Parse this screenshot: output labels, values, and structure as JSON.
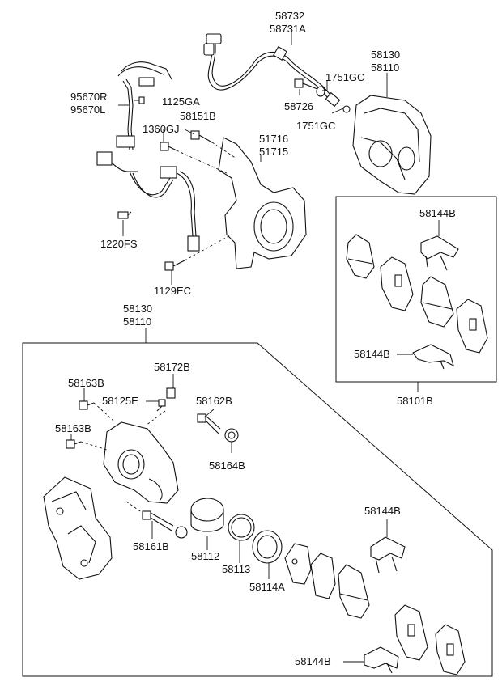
{
  "labels": {
    "hose_upper": "58732",
    "hose_lower": "58731A",
    "caliper_assy_top_a": "58130",
    "caliper_assy_top_b": "58110",
    "gasket_a": "1751GC",
    "gasket_b": "1751GC",
    "bolt_58726": "58726",
    "sensor_r": "95670R",
    "sensor_l": "95670L",
    "clip_1125": "1125GA",
    "bolt_58151": "58151B",
    "bolt_1360": "1360GJ",
    "knuckle_a": "51716",
    "knuckle_b": "51715",
    "screw_1220": "1220FS",
    "bolt_1129": "1129EC",
    "pad_kit_spring_top": "58144B",
    "pad_kit_spring_bottom": "58144B",
    "pad_kit": "58101B",
    "caliper_assy_a": "58130",
    "caliper_assy_b": "58110",
    "bleeder_cap": "58172B",
    "bolt_58163_top": "58163B",
    "bleeder_screw": "58125E",
    "guide_pin_upper": "58162B",
    "bolt_58163_lower": "58163B",
    "boot_58164": "58164B",
    "guide_pin_lower": "58161B",
    "piston": "58112",
    "piston_seal": "58113",
    "piston_boot": "58114A",
    "spring_middle": "58144B",
    "spring_bottom": "58144B"
  }
}
